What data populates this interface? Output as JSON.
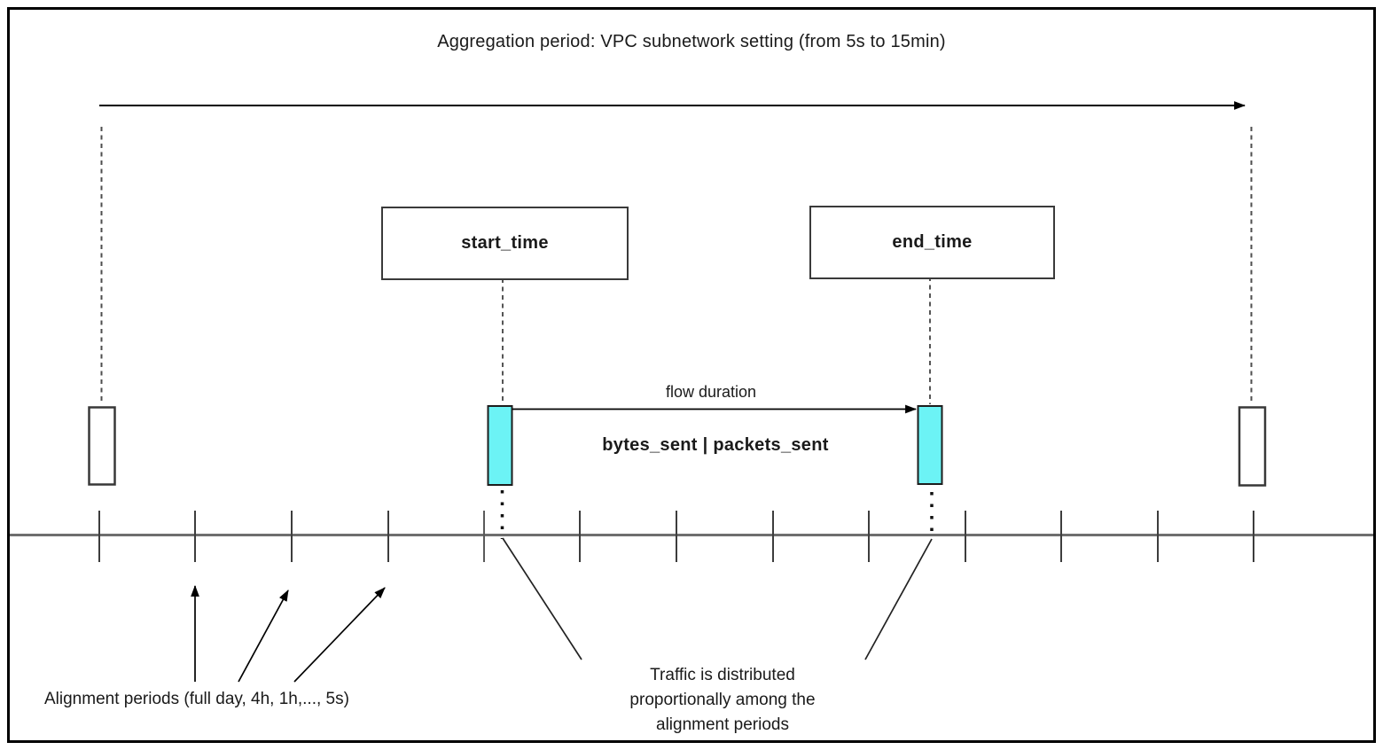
{
  "title": "Aggregation period: VPC subnetwork setting (from 5s to 15min)",
  "boxes": {
    "start_label": "start_time",
    "end_label": "end_time"
  },
  "flow": {
    "duration_label": "flow duration",
    "metrics_label": "bytes_sent | packets_sent"
  },
  "annotations": {
    "alignment_periods": "Alignment periods (full day, 4h, 1h,..., 5s)",
    "traffic_note_line1": "Traffic is distributed",
    "traffic_note_line2": "proportionally among the",
    "traffic_note_line3": "alignment periods"
  },
  "colors": {
    "accent_cyan": "#6cf3f5",
    "timeline_gray": "#6e6e6e",
    "ink": "#000000"
  }
}
